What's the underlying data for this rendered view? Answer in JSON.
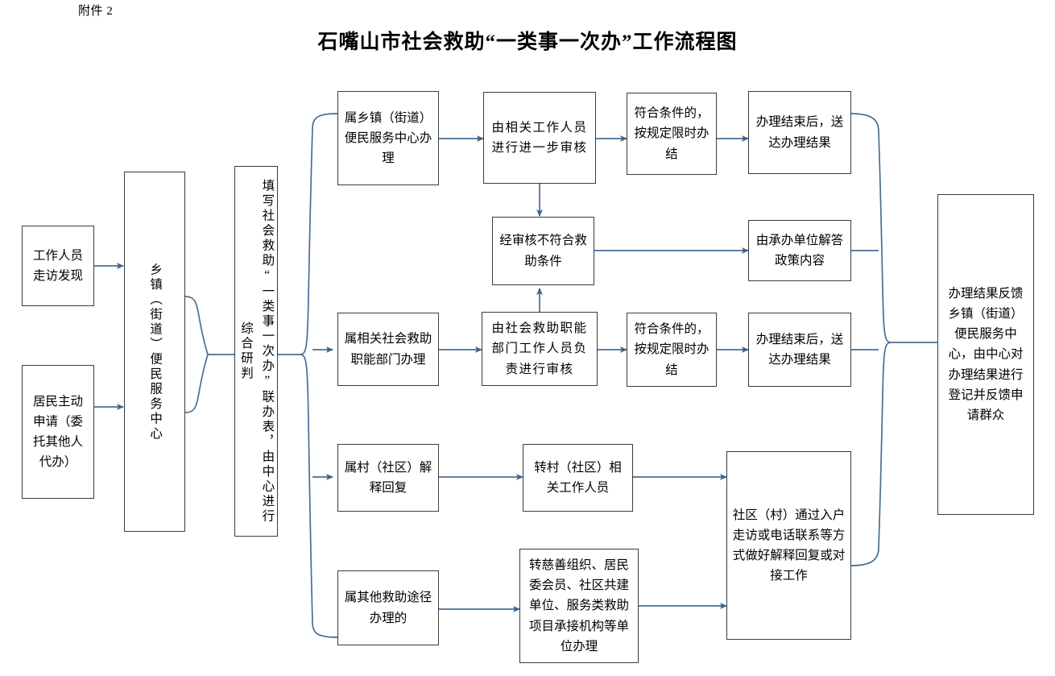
{
  "document": {
    "attachment_label": "附件 2",
    "title": "石嘴山市社会救助“一类事一次办”工作流程图"
  },
  "theme": {
    "box_border": "#3b3b3b",
    "connector": "#4a6e94",
    "background": "#ffffff",
    "text": "#000000"
  },
  "nodes": {
    "staff_visit": "工作人员走访发现",
    "resident_apply": "居民主动申请（委托其他人代办）",
    "township_center": "乡镇（街道）便民服务中心",
    "fill_form": "填写社会救助“一类事一次办”联办表，由中心进行综合研判",
    "branch_township": "属乡镇（街道）便民服务中心办理",
    "further_review": "由相关工作人员进行进一步审核",
    "qualified_top": "符合条件的，按规定限时办结",
    "deliver_top": "办理结束后，送达办理结果",
    "not_qualified": "经审核不符合救助条件",
    "policy_answer": "由承办单位解答政策内容",
    "branch_department": "属相关社会救助职能部门办理",
    "department_review": "由社会救助职能部门工作人员负责进行审核",
    "qualified_mid": "符合条件的，按规定限时办结",
    "deliver_mid": "办理结束后，送达办理结果",
    "branch_village": "属村（社区）解释回复",
    "transfer_village": "转村（社区）相关工作人员",
    "community_followup": "社区（村）通过入户走访或电话联系等方式做好解释回复或对接工作",
    "branch_other": "属其他救助途径办理的",
    "transfer_charity": "转慈善组织、居民委会员、社区共建单位、服务类救助项目承接机构等单位办理",
    "final_feedback": "办理结果反馈乡镇（街道）便民服务中心，由中心对办理结果进行登记并反馈申请群众"
  }
}
